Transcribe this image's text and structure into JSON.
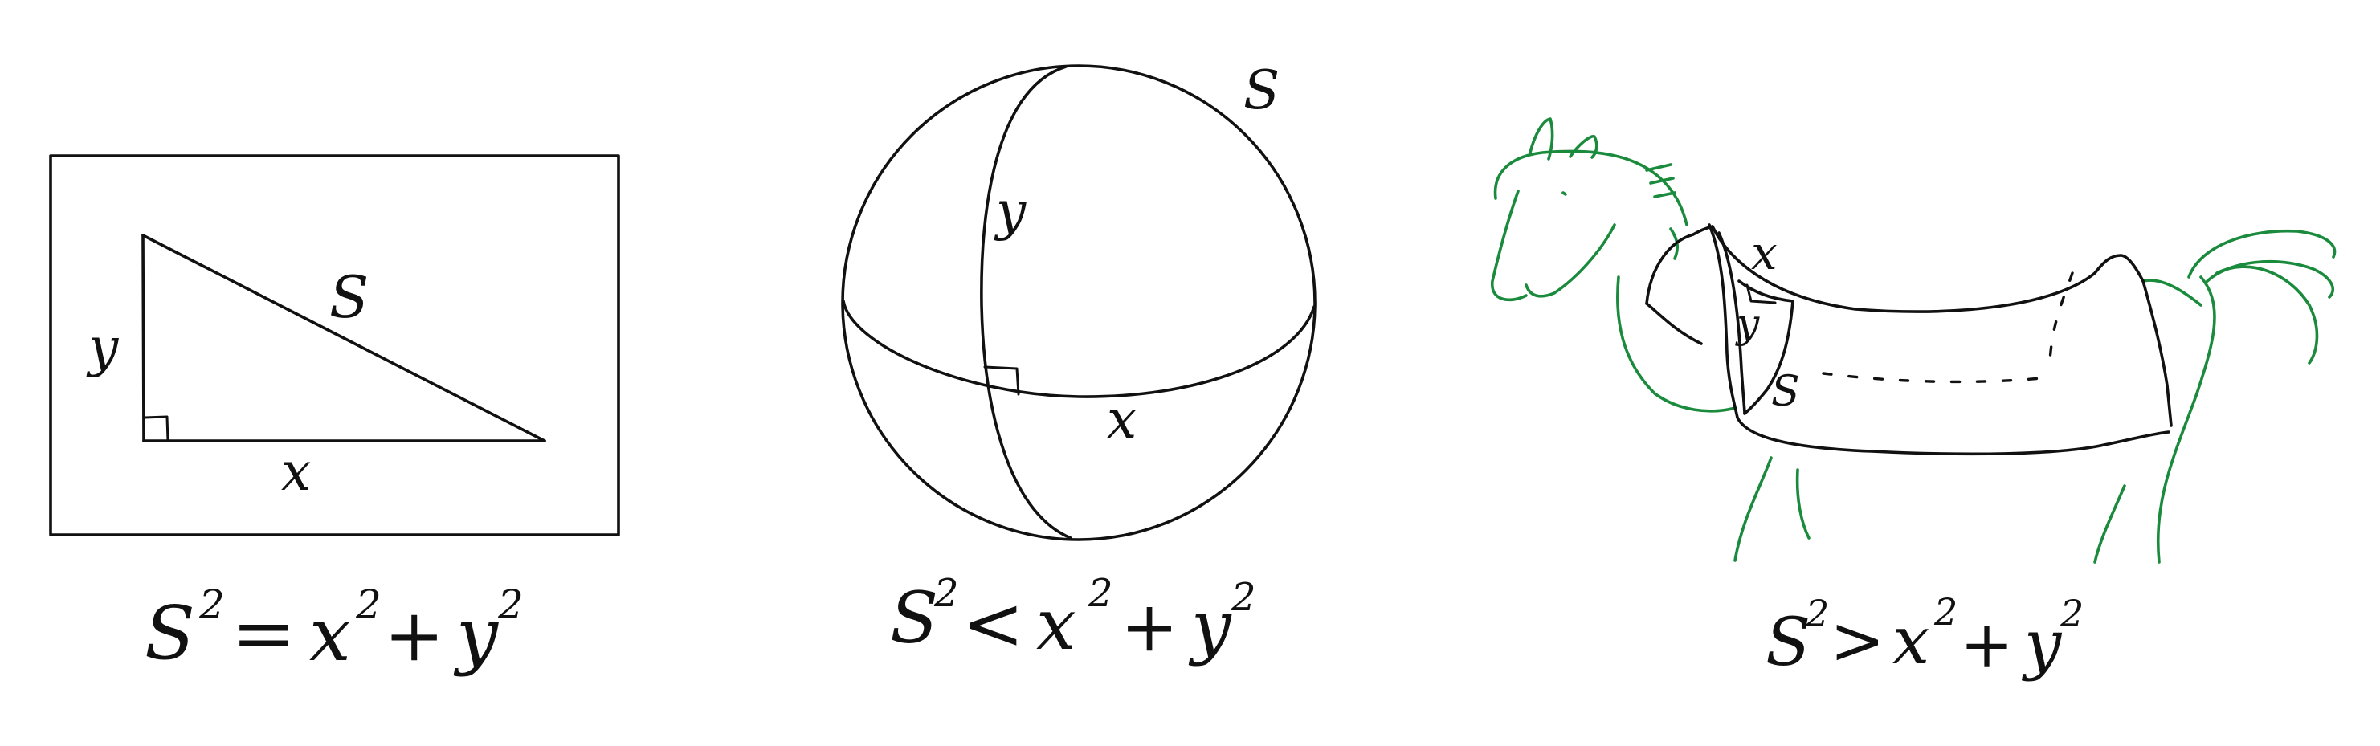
{
  "colors": {
    "ink": "#111111",
    "horse_green": "#1a8a3c",
    "background": "#ffffff"
  },
  "panel_flat": {
    "hypotenuse_label": "S",
    "vertical_label": "y",
    "horizontal_label": "x",
    "equation": {
      "s": "S",
      "exp1": "2",
      "rel": "=",
      "x": "x",
      "exp2": "2",
      "plus": "+",
      "y": "y",
      "exp3": "2"
    }
  },
  "panel_sphere": {
    "outer_label": "S",
    "vertical_label": "y",
    "horizontal_label": "x",
    "equation": {
      "s": "S",
      "exp1": "2",
      "rel": "<",
      "x": "x",
      "exp2": "2",
      "plus": "+",
      "y": "y",
      "exp3": "2"
    }
  },
  "panel_saddle": {
    "top_label": "x",
    "side_label": "y",
    "diag_label": "S",
    "equation": {
      "s": "S",
      "exp1": "2",
      "rel": ">",
      "x": "x",
      "exp2": "2",
      "plus": "+",
      "y": "y",
      "exp3": "2"
    }
  }
}
